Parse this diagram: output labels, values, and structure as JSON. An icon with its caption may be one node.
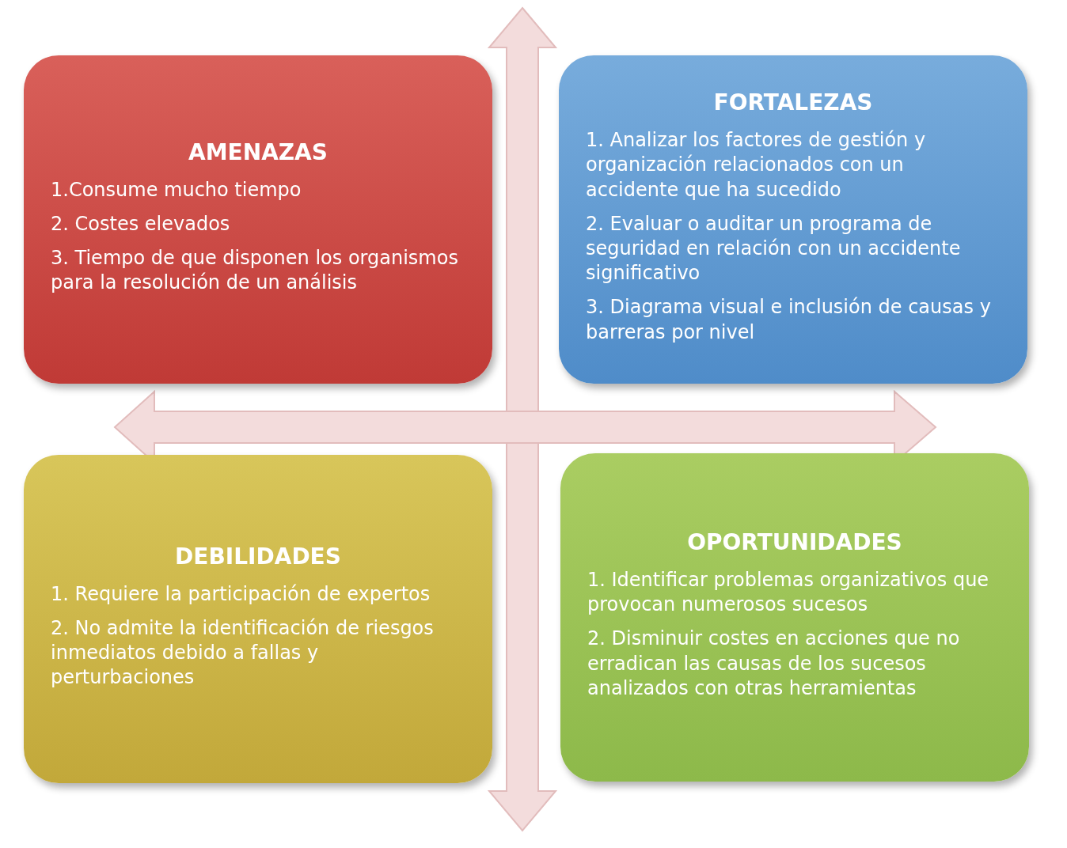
{
  "diagram": {
    "nodes": [
      {
        "text": [
          "AMENAZAS",
          "1.Consume mucho tiempo",
          "2. Costes elevados",
          "3. Tiempo de que disponen los organismos para la resolución de un análisis"
        ]
      },
      {
        "text": [
          "FORTALEZAS",
          "1. Analizar los factores de gestión y organización relacionados con un accidente que ha sucedido",
          "2. Evaluar o auditar un programa de seguridad en relación con un accidente significativo",
          "3. Diagrama visual e inclusión de causas y barreras por nivel"
        ]
      },
      {
        "text": [
          "DEBILIDADES",
          "1. Requiere la participación de expertos",
          "2. No admite la identificación de riesgos inmediatos debido a fallas y perturbaciones"
        ]
      },
      {
        "text": [
          "OPORTUNIDADES",
          "1. Identificar problemas organizativos que provocan numerosos sucesos",
          "2. Disminuir costes en acciones que no erradican las causas de los sucesos analizados con otras herramientas"
        ]
      }
    ],
    "edges": []
  }
}
